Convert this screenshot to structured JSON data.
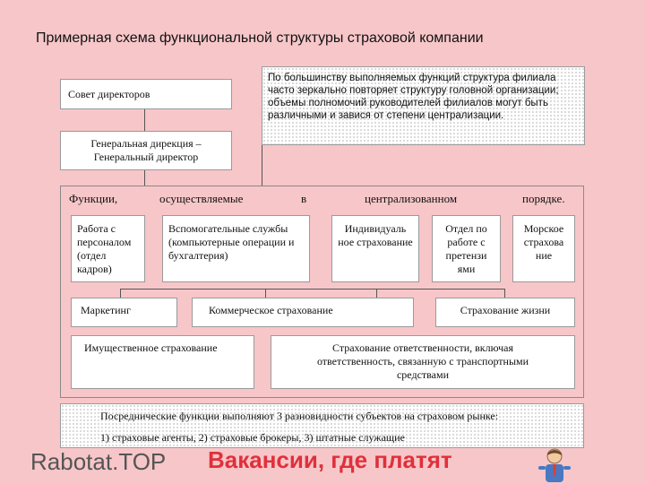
{
  "title": "Примерная схема функциональной структуры страховой компании",
  "note": "По большинству выполняемых функций структура филиала часто зеркально повторяет структуру головной организации; объемы полномочий руководителей филиалов могут быть различными и завися от степени централизации.",
  "board": "Совет директоров",
  "general": "Генеральная дирекция – Генеральный директор",
  "functions_words": [
    "Функции,",
    "осуществляемые",
    "в",
    "централизованном",
    "порядке."
  ],
  "units": {
    "personnel": "Работа с персоналом (отдел кадров)",
    "auxiliary": "Вспомогательные службы (компьютерные операции и бухгалтерия)",
    "individual": "Индивидуаль ное страхование",
    "claims": "Отдел по работе с претензи ями",
    "marine": "Морское страхова ние"
  },
  "marketing": "Маркетинг",
  "commercial": "Коммерческое страхование",
  "life": "Страхование жизни",
  "property": "Имущественное страхование",
  "liability": "Страхование ответственности, включая ответственность, связанную с транспортными средствами",
  "intermediary": {
    "line1": "Посреднические функции выполняют 3 разновидности субъектов на страховом рынке:",
    "line2": "1) страховые агенты, 2) страховые брокеры, 3) штатные служащие"
  },
  "watermark": {
    "site": "Rabotat.TOP",
    "slogan": "Вакансии, где платят"
  },
  "colors": {
    "background": "#f7c6c9",
    "slogan": "#e0303a"
  }
}
